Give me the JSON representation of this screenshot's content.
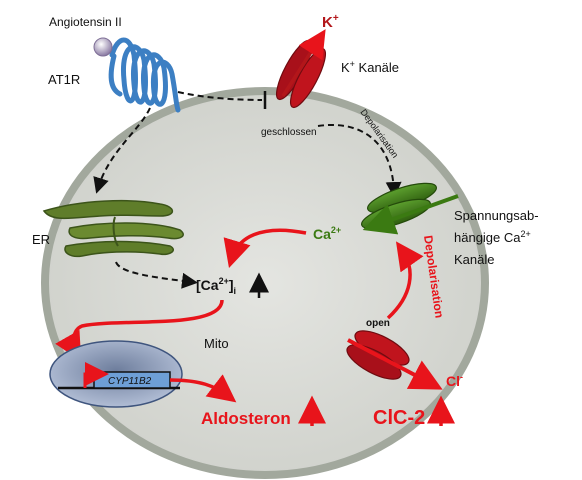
{
  "labels": {
    "angiotensin": "Angiotensin II",
    "at1r": "AT1R",
    "k_ion": "K",
    "k_ion_sup": "+",
    "k_channels_prefix": "K",
    "k_channels_sup": "+",
    "k_channels_suffix": " Kanäle",
    "closed": "geschlossen",
    "depol_small": "Depolarisation",
    "er": "ER",
    "ca_ion": "Ca",
    "ca_ion_sup": "2+",
    "vgcc_line1": "Spannungsab-",
    "vgcc_line2_prefix": "hängige Ca",
    "vgcc_line2_sup": "2+",
    "vgcc_line3": "Kanäle",
    "depol_big": "Depolarisation",
    "ca_i_open": "[Ca",
    "ca_i_sup": "2+",
    "ca_i_close": "]",
    "ca_i_sub": "i",
    "mito": "Mito",
    "gene": "CYP11B2",
    "open": "open",
    "cl_ion": "Cl",
    "cl_ion_sup": "-",
    "aldosteron": "Aldosteron",
    "clc2": "ClC-2"
  },
  "colors": {
    "cell_fill": "#d6d8d3",
    "cell_border": "#a2a89d",
    "red": "#e8141b",
    "dark_red": "#b3161a",
    "green": "#3b7a12",
    "blue_receptor": "#3c7fc3",
    "ligand": "#9a8bb0",
    "nucleus": "#aebbd3",
    "gene_box": "#6e9fd6"
  }
}
